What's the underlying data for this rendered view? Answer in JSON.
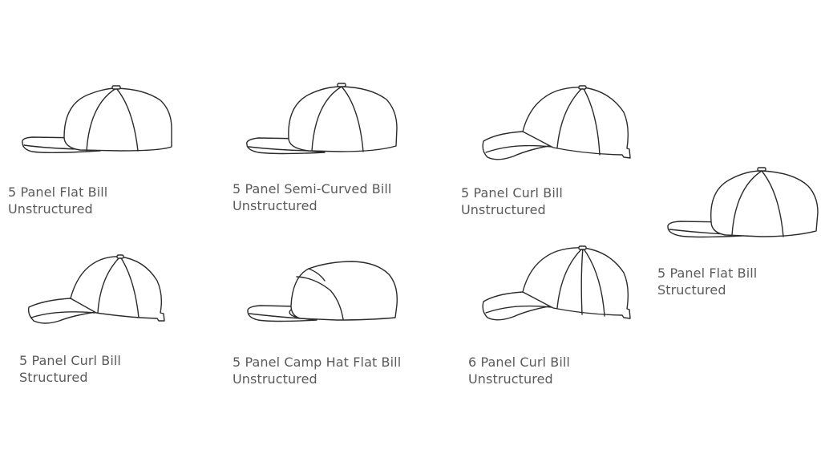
{
  "hats": [
    {
      "id": "flat-unstructured",
      "line1": "5 Panel Flat Bill",
      "line2": "Unstructured",
      "icon": "five-panel-flat-bill-cap"
    },
    {
      "id": "semi-curved-unstructured",
      "line1": "5 Panel Semi-Curved Bill",
      "line2": "Unstructured",
      "icon": "five-panel-semi-curved-bill-cap"
    },
    {
      "id": "curl-unstructured",
      "line1": "5 Panel Curl Bill",
      "line2": "Unstructured",
      "icon": "five-panel-curl-bill-cap"
    },
    {
      "id": "flat-structured",
      "line1": "5 Panel Flat Bill",
      "line2": "Structured",
      "icon": "five-panel-flat-bill-structured-cap"
    },
    {
      "id": "curl-structured",
      "line1": "5 Panel Curl Bill",
      "line2": "Structured",
      "icon": "five-panel-curl-bill-structured-cap"
    },
    {
      "id": "camp-flat-unstructured",
      "line1": "5 Panel Camp Hat Flat Bill",
      "line2": "Unstructured",
      "icon": "camp-hat-flat-bill-cap"
    },
    {
      "id": "six-curl-unstructured",
      "line1": "6 Panel Curl Bill",
      "line2": "Unstructured",
      "icon": "six-panel-curl-bill-cap"
    }
  ],
  "colors": {
    "outline": "#2b2b2b",
    "text": "#5a5a5a",
    "background": "#ffffff"
  }
}
